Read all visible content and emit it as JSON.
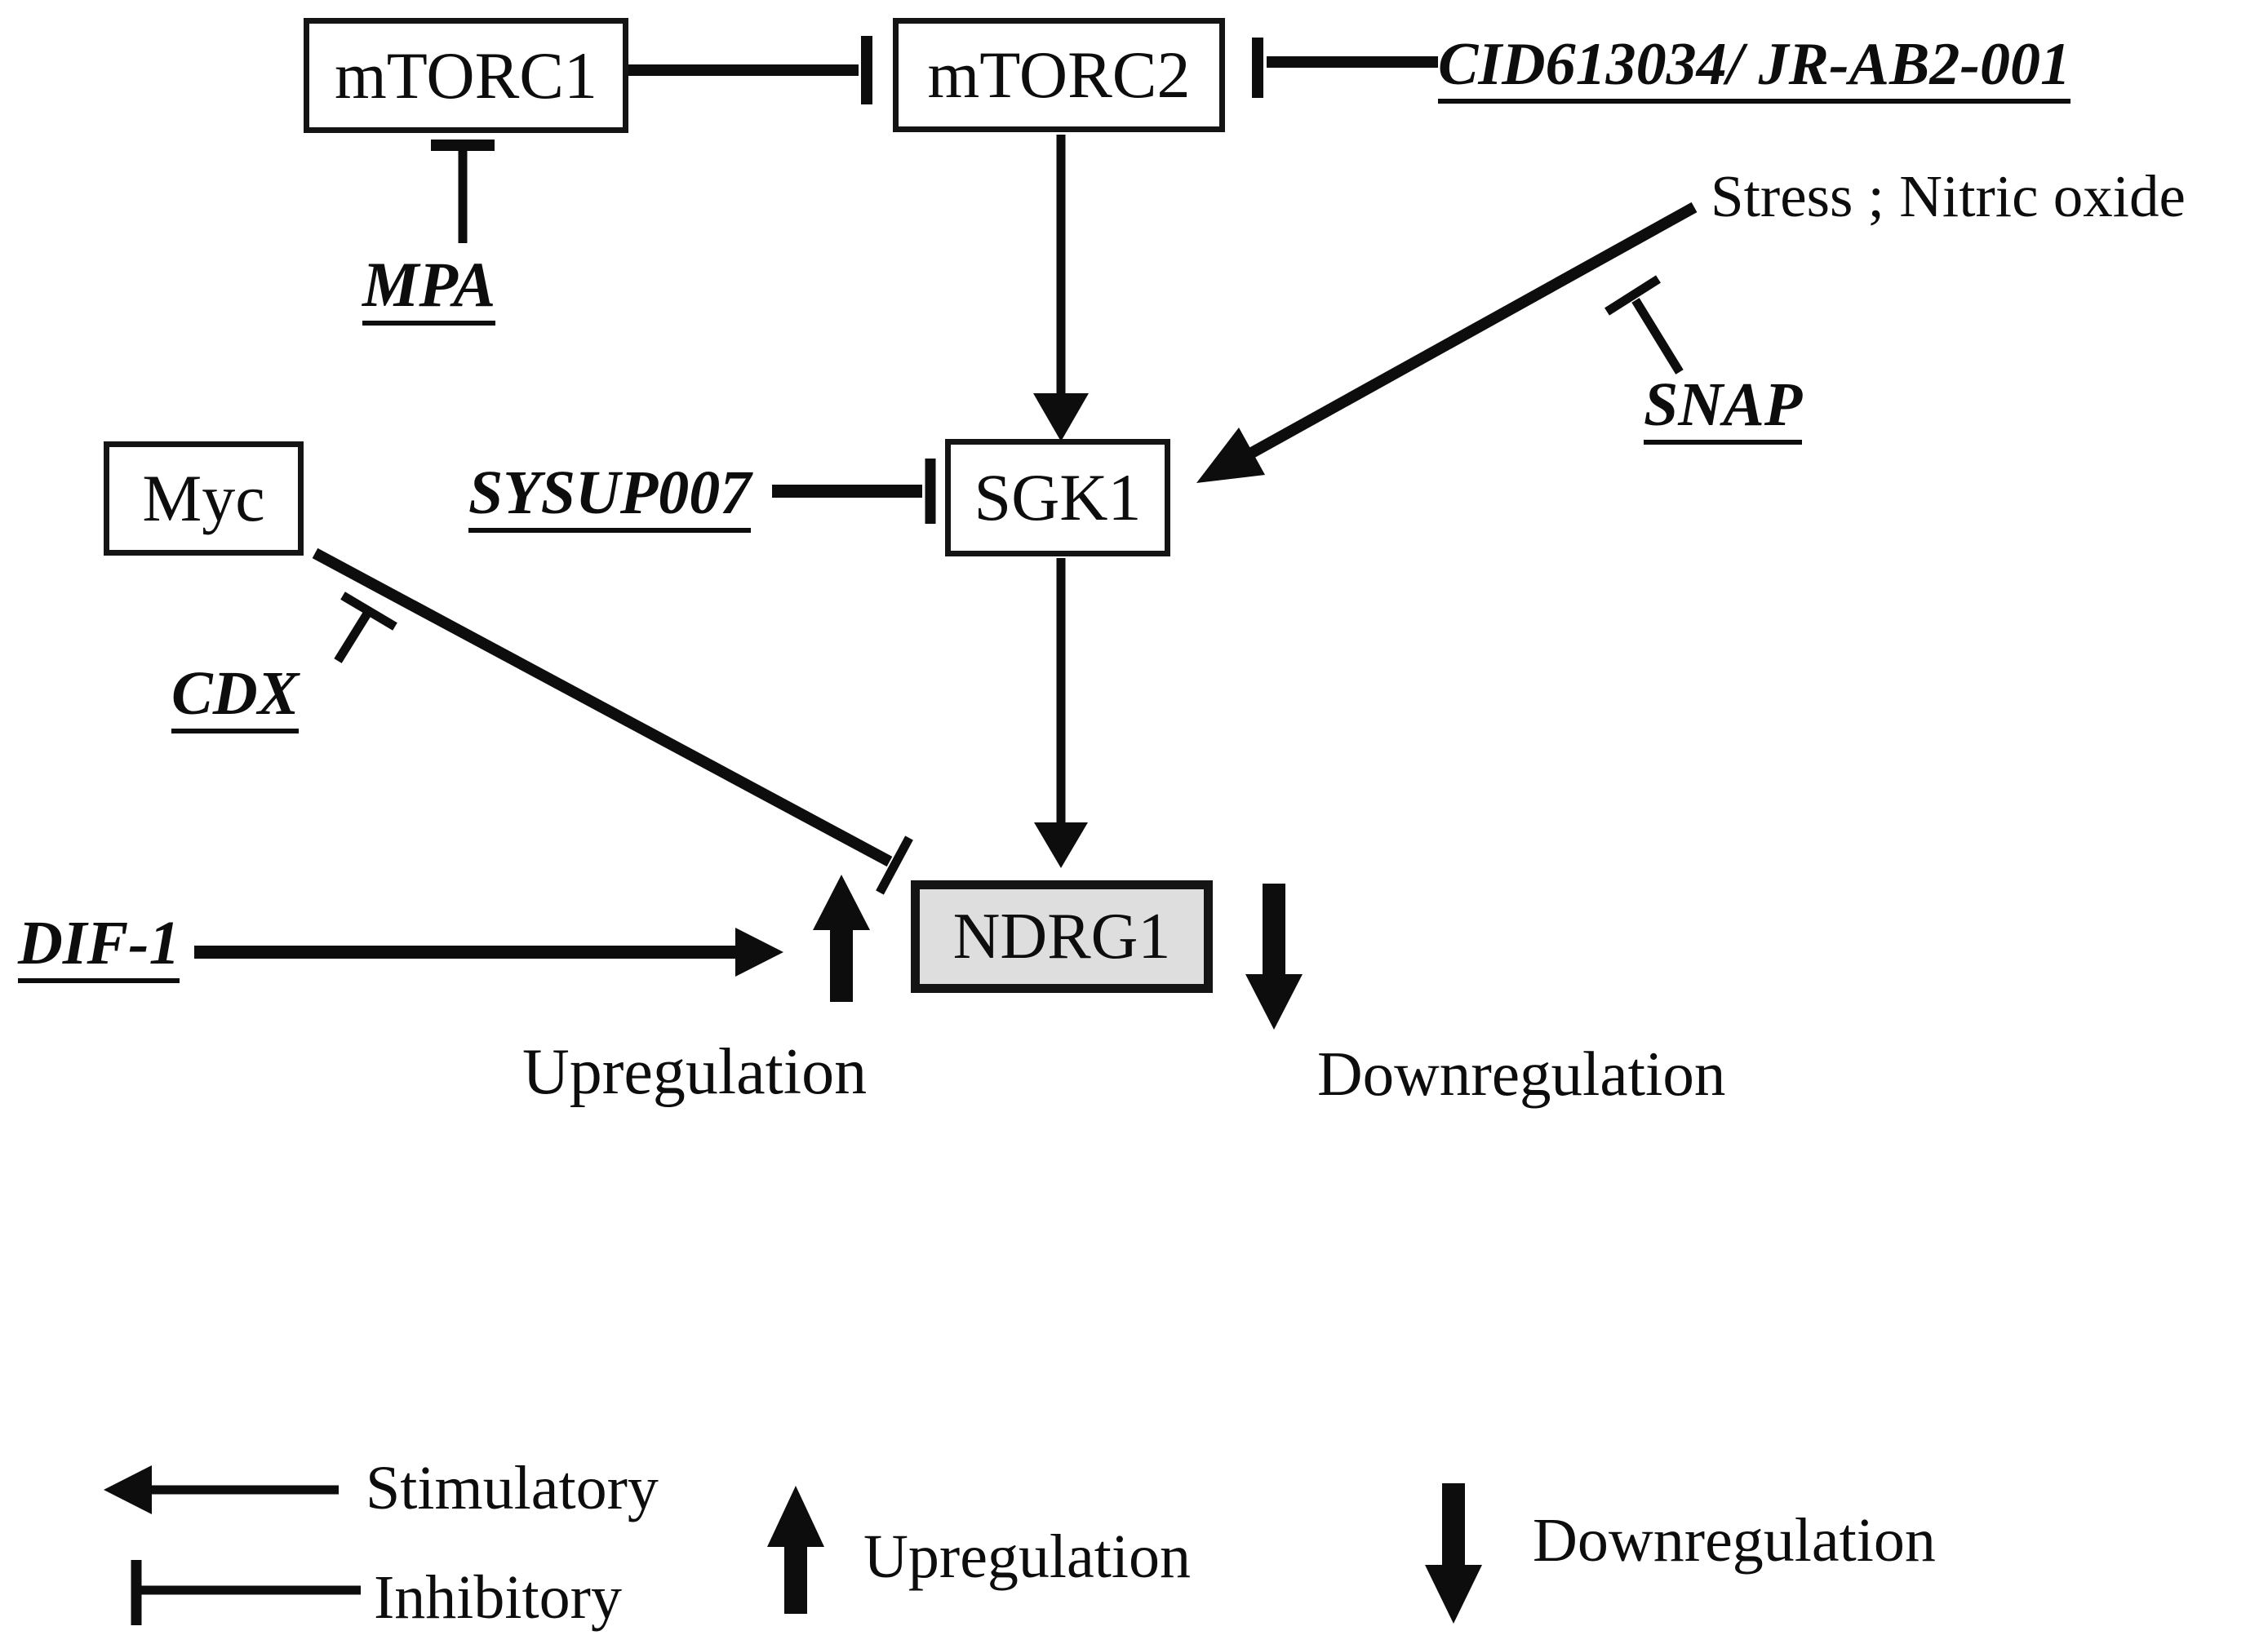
{
  "figure": {
    "type": "signaling-pathway-diagram",
    "background": "#ffffff",
    "line_color": "#0d0d0d",
    "node_fill": "#ffffff",
    "highlight_node_fill": "#dedede",
    "nodes": {
      "mtorc1": {
        "label": "mTORC1"
      },
      "mtorc2": {
        "label": "mTORC2"
      },
      "sgk1": {
        "label": "SGK1"
      },
      "myc": {
        "label": "Myc"
      },
      "ndrg1": {
        "label": "NDRG1"
      }
    },
    "agents": {
      "mpa": {
        "label": "MPA"
      },
      "cid": {
        "label": "CID613034/ JR-AB2-001"
      },
      "stress": {
        "label": "Stress ; Nitric oxide"
      },
      "snap": {
        "label": "SNAP"
      },
      "sysup007": {
        "label": "SYSUP007"
      },
      "cdx": {
        "label": "CDX"
      },
      "dif1": {
        "label": "DIF-1"
      }
    },
    "annotations": {
      "upregulation": "Upregulation",
      "downregulation": "Downregulation"
    },
    "legend": {
      "stimulatory": "Stimulatory",
      "inhibitory": "Inhibitory",
      "upregulation": "Upregulation",
      "downregulation": "Downregulation"
    },
    "edges": [
      {
        "from": "mTORC1",
        "to": "mTORC2",
        "type": "inhibitory"
      },
      {
        "from": "CID613034/ JR-AB2-001",
        "to": "mTORC2",
        "type": "inhibitory"
      },
      {
        "from": "MPA",
        "to": "mTORC1",
        "type": "inhibitory"
      },
      {
        "from": "mTORC2",
        "to": "SGK1",
        "type": "stimulatory"
      },
      {
        "from": "Stress ; Nitric oxide",
        "to": "SGK1",
        "type": "stimulatory"
      },
      {
        "from": "SNAP",
        "to": "Stress/NO arrow",
        "type": "inhibitory"
      },
      {
        "from": "SYSUP007",
        "to": "SGK1",
        "type": "inhibitory"
      },
      {
        "from": "SGK1",
        "to": "NDRG1",
        "type": "stimulatory"
      },
      {
        "from": "Myc",
        "to": "NDRG1 upregulation",
        "type": "inhibitory"
      },
      {
        "from": "CDX",
        "to": "Myc inhibition",
        "type": "inhibitory"
      },
      {
        "from": "DIF-1",
        "to": "NDRG1 upregulation",
        "type": "stimulatory"
      },
      {
        "from": "NDRG1",
        "to": "upregulated state",
        "type": "upregulation"
      },
      {
        "from": "NDRG1",
        "to": "downregulated state",
        "type": "downregulation"
      }
    ]
  }
}
